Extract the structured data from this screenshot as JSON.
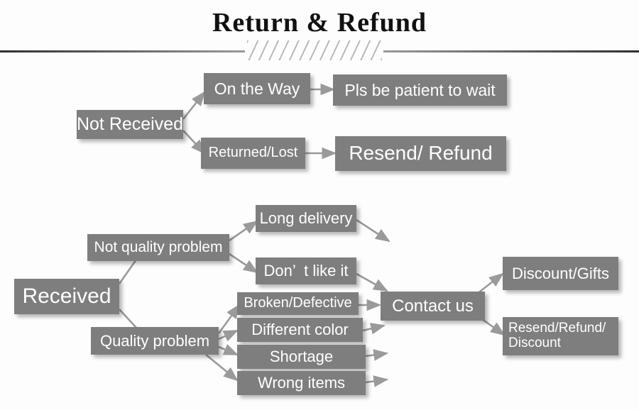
{
  "header": {
    "title": "Return & Refund",
    "divider_left": "rule",
    "divider_right": "rule",
    "hatch": "diagonal-hatch-ornament"
  },
  "colors": {
    "node_fill": "#7e7e7e",
    "node_text": "#ffffff",
    "connector": "#9a9a9a",
    "title_text": "#111111",
    "background": "#fdfdfd"
  },
  "diagram": {
    "type": "flowchart",
    "branches": [
      {
        "root": "Not Received",
        "children": [
          {
            "label": "On the Way",
            "outcome": "Pls be patient to wait"
          },
          {
            "label": "Returned/Lost",
            "outcome": "Resend/ Refund"
          }
        ]
      },
      {
        "root": "Received",
        "children": [
          {
            "label": "Not quality problem",
            "reasons": [
              "Long delivery",
              "Don’  t like it"
            ]
          },
          {
            "label": "Quality problem",
            "reasons": [
              "Broken/Defective",
              "Different color",
              "Shortage",
              "Wrong items"
            ]
          }
        ],
        "hub": "Contact us",
        "outcomes": [
          "Discount/Gifts",
          "Resend/Refund/\nDiscount"
        ]
      }
    ]
  },
  "nodes": {
    "not_received": "Not Received",
    "on_the_way": "On the Way",
    "returned_lost": "Returned/Lost",
    "pls_be_patient": "Pls be patient to wait",
    "resend_refund": "Resend/ Refund",
    "received": "Received",
    "not_quality": "Not quality problem",
    "quality": "Quality problem",
    "long_delivery": "Long delivery",
    "dont_like_it": "Don’  t like it",
    "broken_defective": "Broken/Defective",
    "different_color": "Different color",
    "shortage": "Shortage",
    "wrong_items": "Wrong items",
    "contact_us": "Contact us",
    "discount_gifts": "Discount/Gifts",
    "resend_refund_discount": "Resend/Refund/\nDiscount"
  }
}
